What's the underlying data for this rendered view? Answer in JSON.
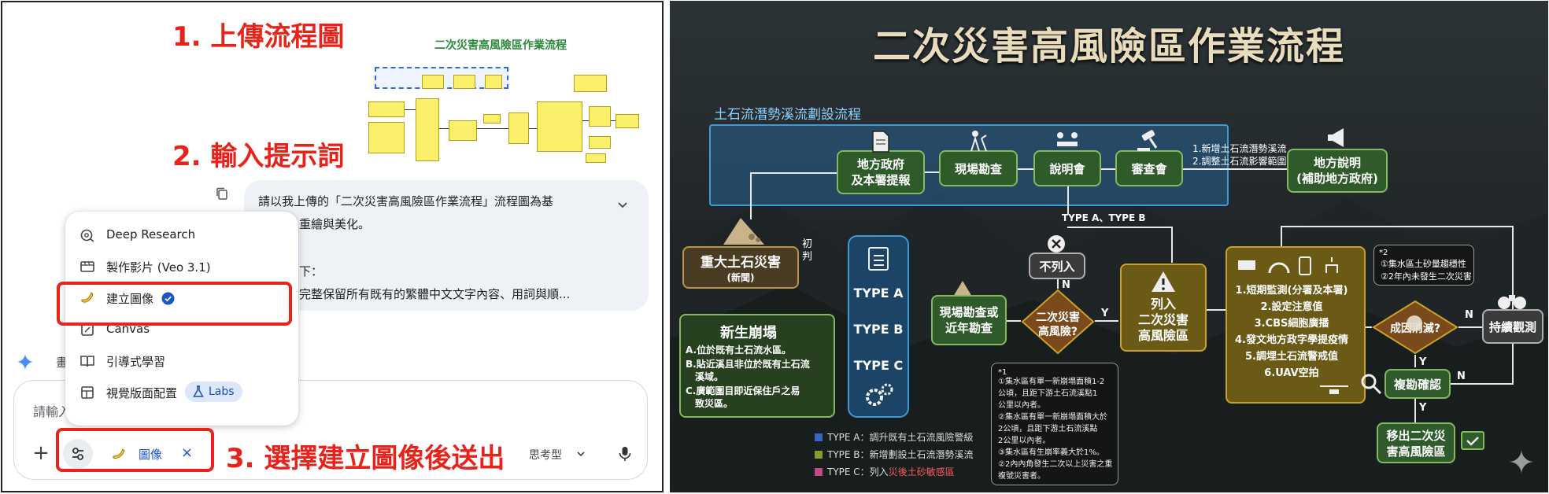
{
  "annotations": {
    "step1": "1. 上傳流程圖",
    "step2": "2. 輸入提示詞",
    "step3": "3. 選擇建立圖像後送出"
  },
  "thumbnail": {
    "title": "二次災害高風險區作業流程"
  },
  "chat": {
    "prompt_line1": "請以我上傳的「二次災害高風險區作業流程」流程圖為基",
    "prompt_line2": "重繪與美化。",
    "prompt_line3": "下：",
    "prompt_line4": "完整保留所有既有的繁體中文文字內容、用詞與順...",
    "behind_text": "畫"
  },
  "menu": {
    "items": [
      {
        "label": "Deep Research",
        "icon": "deep-research-icon"
      },
      {
        "label": "製作影片 (Veo 3.1)",
        "icon": "video-icon"
      },
      {
        "label": "建立圖像",
        "icon": "banana-icon"
      },
      {
        "label": "Canvas",
        "icon": "canvas-icon"
      },
      {
        "label": "引導式學習",
        "icon": "book-icon"
      },
      {
        "label": "視覺版面配置",
        "icon": "layout-icon"
      }
    ],
    "labs_label": "Labs"
  },
  "input": {
    "placeholder": "請輸入",
    "chip_label": "圖像",
    "chip_close": "×",
    "mode_label": "思考型"
  },
  "flow": {
    "title": "二次災害高風險區作業流程",
    "subtitle": "土石流潛勢溪流劃設流程",
    "local_gov": "地方政府\n及本署提報",
    "site_survey": "現場勘查",
    "briefing": "說明會",
    "review": "審查會",
    "review_note1": "1.新增土石流潛勢溪流",
    "review_note2": "2.調整土石流影響範圍",
    "local_explain": "地方說明\n(補助地方政府)",
    "type_ab": "TYPE A、TYPE B",
    "not_listed": "不列入",
    "major_disaster": "重大土石災害",
    "major_disaster_sub": "(新聞)",
    "initial_judge": "初\n判",
    "type_a": "TYPE A",
    "type_b": "TYPE B",
    "type_c": "TYPE C",
    "new_collapse": "新生崩塌",
    "new_collapse_a": "A.位於既有土石流水區。",
    "new_collapse_b": "B.貼近溪且非位於既有土石流",
    "new_collapse_b2": "溪域。",
    "new_collapse_c": "C.廣範圍目即近保住戶之易",
    "new_collapse_c2": "致災區。",
    "recent_survey": "現場勘查或\n近年勘查",
    "secondary_risk": "二次災害\n高風險?",
    "yes": "Y",
    "no": "N",
    "list_high_risk": "列入\n二次災害\n高風險區",
    "actions": [
      "1.短期監測(分署及本署)",
      "2.設定注意值",
      "3.CBS細胞廣播",
      "4.發文地方政字學提疫情",
      "5.調埋土石流警戒值",
      "6.UAV空拍"
    ],
    "cause_eliminated": "成因消滅?",
    "continuous_monitor": "持續觀測",
    "recheck": "複勘確認",
    "remove": "移出二次災\n害高風險區",
    "note2_title": "*2",
    "note2_1": "①集水區土砂量趨穩性",
    "note2_2": "②2年內未發生二次災害",
    "note1_title": "*1",
    "note1_lines": [
      "①集水區有單一新崩塌面積1-2",
      "公頃，且距下游土石流溪點1",
      "公里以內者。",
      "②集水區有單一新崩塌面積大於",
      "2公頃，且距下游土石流溪點",
      "2公里以內者。",
      "③集水區有生崩率義大於1%。",
      "②2內內角發生二次以上災害之重",
      "複號災害者。"
    ],
    "legend": [
      {
        "text": "TYPE A：調升既有土石流風險警級",
        "color": "#3a66c8"
      },
      {
        "text": "TYPE B：新增劃設土石流潛勢溪流",
        "color": "#8a9a2a"
      },
      {
        "text": "TYPE C：列入災後土砂敏感區",
        "color": "#c04a8a",
        "highlight": "災後土砂敏感區"
      }
    ]
  },
  "colors": {
    "annotation_red": "#e8231b",
    "link_blue": "#1a56c4",
    "flow_green": "#86b860",
    "flow_gold": "#c9a227",
    "flow_blue": "#3c9bd6"
  }
}
